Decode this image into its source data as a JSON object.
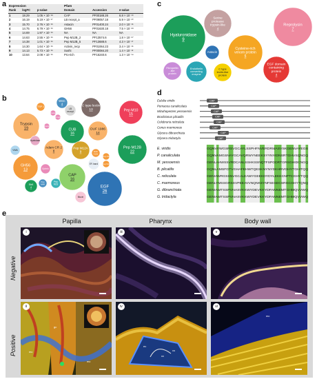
{
  "panel_letters": {
    "a": "a",
    "b": "b",
    "c": "c",
    "d": "d",
    "e": "e"
  },
  "table_a": {
    "group_headers": {
      "expression": "Expression",
      "pfam": "Pfam"
    },
    "columns": [
      "Rank",
      "logFC",
      "p-value",
      "Domain",
      "Accession",
      "e-value"
    ],
    "rows": [
      [
        "1",
        "18.29",
        "1.05 × 10⁻¹⁸",
        "CAP",
        "PF00188.26",
        "6.8 × 10⁻¹⁹"
      ],
      [
        "2",
        "16.19",
        "5.19 × 10⁻¹⁷",
        "LB recept_a",
        "PF09057.18",
        "5.9 × 10⁻²⁰"
      ],
      [
        "3",
        "15.70",
        "2.76 × 10⁻¹⁶",
        "Astacin",
        "PF01400.24",
        "2.0 × 10⁻¹⁵"
      ],
      [
        "4",
        "14.75",
        "6.79 × 10⁻¹⁶",
        "GH56",
        "PF01630.18",
        "7.5 × 10⁻⁸⁶"
      ],
      [
        "5",
        "14.69",
        "1.97 × 10⁻¹⁶",
        "NA",
        "NA",
        "NA"
      ],
      [
        "6",
        "14.63",
        "2.55 × 10⁻¹⁵",
        "Pep M12B_2",
        "PF13574.6",
        "1.8 × 10⁻⁶⁷"
      ],
      [
        "7",
        "14.38",
        "1.01 × 10⁻¹⁵",
        "Pep M12B_5",
        "PF13688.6",
        "4.3 × 10⁻¹⁷"
      ],
      [
        "8",
        "14.30",
        "1.64 × 10⁻¹⁵",
        "Activin_recp",
        "PF01064.23",
        "3.4 × 10⁻¹⁵"
      ],
      [
        "9",
        "14.13",
        "5.73 × 10⁻¹⁵",
        "Sushi",
        "PF00084.20",
        "1.4 × 10⁻¹²"
      ],
      [
        "10",
        "13.64",
        "2.08 × 10⁻¹⁵",
        "Pro-rich",
        "PF15240.6",
        "1.3 × 10⁻¹⁴"
      ]
    ]
  },
  "chart_data": [
    {
      "type": "bubble",
      "panel": "b",
      "bubbles": [
        {
          "label": "WSC",
          "value": "4",
          "color": "#4a90c2"
        },
        {
          "label": "TSP 1",
          "value": "",
          "color": "#f59b3a"
        },
        {
          "label": "LB receptor",
          "value": "",
          "color": "#d8d8d8"
        },
        {
          "label": "C type lectin",
          "value": "13",
          "color": "#7d6b68"
        },
        {
          "label": "Pep M10",
          "value": "15",
          "color": "#ef3f5a"
        },
        {
          "label": "Kazal",
          "value": "",
          "color": "#e98ab8"
        },
        {
          "label": "Kringle",
          "value": "",
          "color": "#e98ab8"
        },
        {
          "label": "Trypsin",
          "value": "19",
          "color": "#f9b36a"
        },
        {
          "label": "CUB",
          "value": "16",
          "color": "#1c9e5a"
        },
        {
          "label": "DUF 1986",
          "value": "14",
          "color": "#f9b36a"
        },
        {
          "label": "Kazal",
          "value": "",
          "color": "#e98ab8"
        },
        {
          "label": "VWA",
          "value": "",
          "color": "#aed6ee"
        },
        {
          "label": "Hydrolase",
          "value": "",
          "color": "#e7a9c6"
        },
        {
          "label": "Adam CR 2",
          "value": "8",
          "color": "#f9b36a"
        },
        {
          "label": "Pep M12A",
          "value": "9",
          "color": "#d4a22a"
        },
        {
          "label": "DUF 3152",
          "value": "",
          "color": "#f59b3a"
        },
        {
          "label": "Pep M12B",
          "value": "22",
          "color": "#1c9e5a"
        },
        {
          "label": "Pep S9",
          "value": "",
          "color": "#f59b3a"
        },
        {
          "label": "Pep S10",
          "value": "",
          "color": "#f59b3a"
        },
        {
          "label": "EF-hand",
          "value": "",
          "color": "#e7eef5"
        },
        {
          "label": "GH56",
          "value": "13",
          "color": "#f59b3a"
        },
        {
          "label": "Ephrin",
          "value": "",
          "color": "#e98ab8"
        },
        {
          "label": "ShK",
          "value": "4",
          "color": "#1c9e5a"
        },
        {
          "label": "Pep M48",
          "value": "",
          "color": "#4a90c2"
        },
        {
          "label": "Pep M13",
          "value": "",
          "color": "#3ab3b8"
        },
        {
          "label": "CAP",
          "value": "16",
          "color": "#8fd16a"
        },
        {
          "label": "EGF",
          "value": "26",
          "color": "#2f74b5"
        },
        {
          "label": "Mucin",
          "value": "",
          "color": "#f7c6d6"
        }
      ]
    },
    {
      "type": "bubble",
      "panel": "c",
      "bubbles": [
        {
          "label": "Hyaluronidase",
          "value": "9",
          "color": "#1c9e5a"
        },
        {
          "label": "Serine protease trypsin-like",
          "value": "4",
          "color": "#c4a1a1"
        },
        {
          "label": "Reprolysin",
          "value": "7",
          "color": "#ef8aa0"
        },
        {
          "label": "Astacin",
          "value": "",
          "color": "#2f74b5"
        },
        {
          "label": "Cysteine-rich venom protein",
          "value": "5",
          "color": "#f5a623"
        },
        {
          "label": "Fibropellin-like protein",
          "value": "",
          "color": "#c98cd8"
        },
        {
          "label": "Endothelin converting enzyme",
          "value": "",
          "color": "#2aa6b5"
        },
        {
          "label": "C type lectin-like protein",
          "value": "",
          "color": "#f5d000"
        },
        {
          "label": "EGF domain containing protein",
          "value": "4",
          "color": "#e53935"
        }
      ]
    }
  ],
  "panel_d": {
    "species": [
      "Eulalia viridis",
      "Pomacea canaliculata",
      "Mizuhopecten yessoensis",
      "Brachionus plicatilis",
      "Colubraria reticulata",
      "Conus marmoreus",
      "Glycera dibranchiata",
      "Glycera tridactyla"
    ],
    "cap_label": "CAP",
    "align_species": [
      "E. viridis",
      "P. canaliculata",
      "M. yessoensis",
      "B. plicatilis",
      "C. reticulata",
      "C. marmoreus",
      "G. dibranchiata",
      "G. tridactyla"
    ],
    "align_seqs": [
      "GQNVVWGSRSVGCAYLSSPHFNVERDRMASVSKGENVAYEGS",
      "GQNVAMGSNAYGCAVQRWYNEEKSYYNYIDNSRTGHVSQNGQ",
      "GENLAHWSSVRDCANLSSHKSSNQTFSPGDRTGRSGHIDCNGQ",
      "GQNLAMSFGTVGHAFEHWTQESKNYNYDKHRVGHYTGHITQQ",
      "GENIAWRGSSNVGCALEAWYGEEKDYDYLEKKCNPTCGHYTQQ",
      "GENLYMSSGRSSVPEEAVVNQNKSYNFSESDCSRGCGHYTQNQ",
      "GENIAMTSSPVNASVKKWYDEVKKYDFANNEMTGHMQVVWQ",
      "GENIAMTSSPVNASVKKWYDEVKKYDFANNEMTGHMQVVWQ"
    ]
  },
  "panel_e": {
    "columns": [
      "Papilla",
      "Pharynx",
      "Body wall"
    ],
    "rows": [
      "Negative",
      "Positive"
    ],
    "tiles": [
      {
        "roman": "i"
      },
      {
        "roman": "iii"
      },
      {
        "roman": "v"
      },
      {
        "roman": "ii"
      },
      {
        "roman": "iv"
      },
      {
        "roman": "vi"
      }
    ],
    "tissue_labels": {
      "gc": "gc",
      "mc": "mc",
      "cc": "cc",
      "ec": "ec",
      "cu": "cu"
    }
  }
}
